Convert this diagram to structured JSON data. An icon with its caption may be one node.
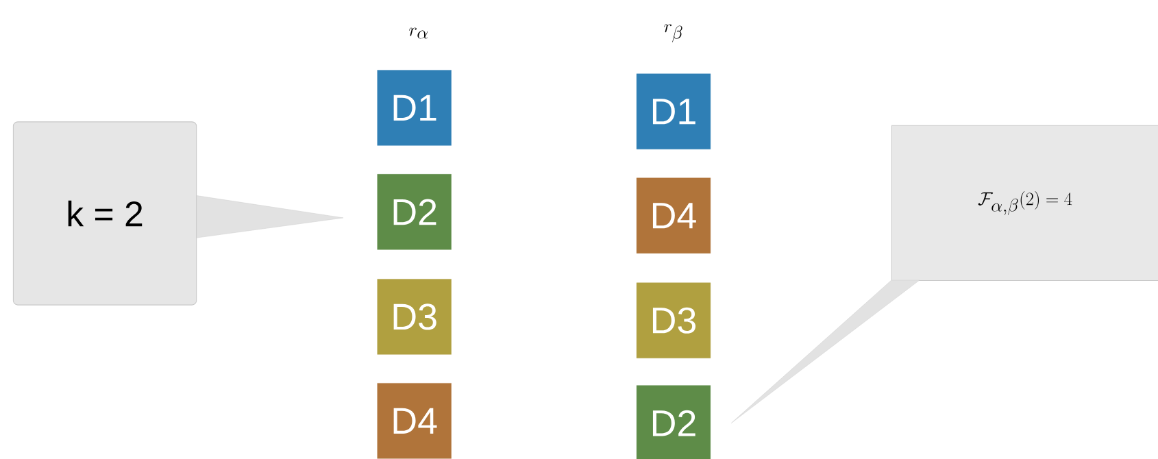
{
  "diagram": {
    "nodes": [
      {
        "text": [
          "k = 2"
        ]
      },
      {
        "text": [
          "D1"
        ]
      },
      {
        "text": [
          "D2"
        ]
      },
      {
        "text": [
          "D3"
        ]
      },
      {
        "text": [
          "D4"
        ]
      },
      {
        "text": [
          "D1"
        ]
      },
      {
        "text": [
          "D4"
        ]
      },
      {
        "text": [
          "D3"
        ]
      },
      {
        "text": [
          "D2"
        ]
      },
      {
        "text": [
          "\\mathcal{F}_{\\alpha,\\beta}(2) = 4"
        ]
      }
    ],
    "edges": [
      {
        "from": 0,
        "to": 2,
        "arrow": "none"
      },
      {
        "from": 9,
        "to": 8,
        "arrow": "none"
      }
    ],
    "labels": [
      "r_\\alpha",
      "r_\\beta"
    ]
  }
}
